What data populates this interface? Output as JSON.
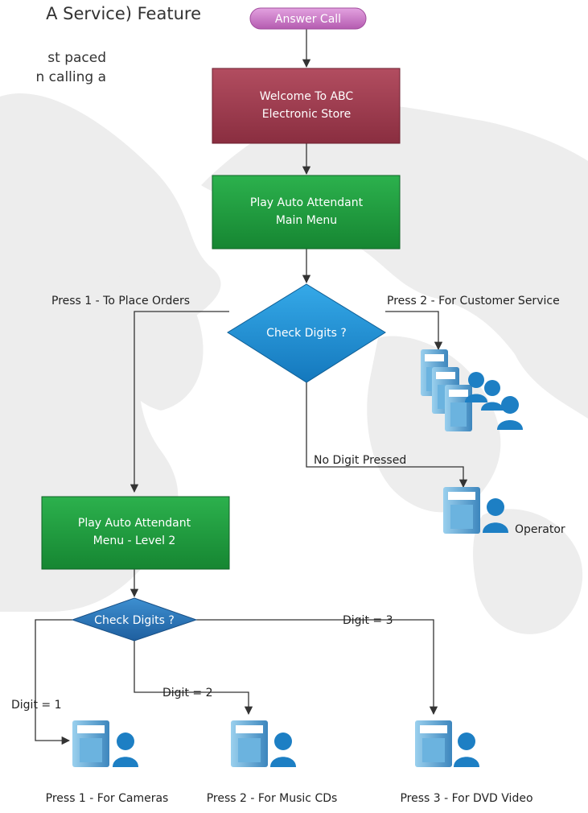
{
  "header": {
    "heading_fragment": "A Service) Feature",
    "intro_lines": [
      "st paced",
      "n calling a"
    ]
  },
  "flow": {
    "start_label": "Answer Call",
    "welcome_lines": [
      "Welcome To ABC",
      "Electronic Store"
    ],
    "main_menu_lines": [
      "Play Auto Attendant",
      "Main Menu"
    ],
    "decision1_label": "Check Digits ?",
    "branch1_label": "Press 1 - To Place Orders",
    "branch2_label": "Press 2 - For Customer Service",
    "no_digit_label": "No Digit Pressed",
    "operator_label": "Operator",
    "level2_lines": [
      "Play Auto Attendant",
      "Menu - Level 2"
    ],
    "decision2_label": "Check Digits ?",
    "digit1_label": "Digit = 1",
    "digit2_label": "Digit = 2",
    "digit3_label": "Digit = 3",
    "dest1_label": "Press 1 - For Cameras",
    "dest2_label": "Press 2 - For Music CDs",
    "dest3_label": "Press 3 - For DVD Video"
  },
  "colors": {
    "start": "#c86fc4",
    "welcome": "#9b3a4b",
    "menu": "#1f9a3c",
    "decision": "#1a8ed4",
    "line": "#444444",
    "person": "#1d7fc4"
  }
}
